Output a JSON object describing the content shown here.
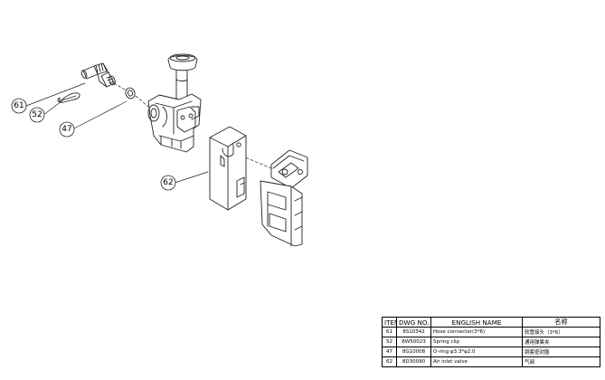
{
  "callouts": [
    {
      "id": "61",
      "label": "61"
    },
    {
      "id": "52",
      "label": "52"
    },
    {
      "id": "47",
      "label": "47"
    },
    {
      "id": "62",
      "label": "62"
    }
  ],
  "bom": {
    "headers": [
      "ITEM",
      "DWG NO.",
      "ENGLISH NAME",
      "名称"
    ],
    "rows": [
      {
        "item": "61",
        "dwg": "8S10342",
        "en": "Hose connector(3*6)",
        "cn": "软管接头（3*6）"
      },
      {
        "item": "52",
        "dwg": "8W50023",
        "en": "Spring clip",
        "cn": "通用弹簧夹"
      },
      {
        "item": "47",
        "dwg": "8G10008",
        "en": "O-ring φ3.3*φ2.0",
        "cn": "铜套密封圈"
      },
      {
        "item": "62",
        "dwg": "8D30090",
        "en": "Air inlet valve",
        "cn": "气阀"
      }
    ]
  }
}
